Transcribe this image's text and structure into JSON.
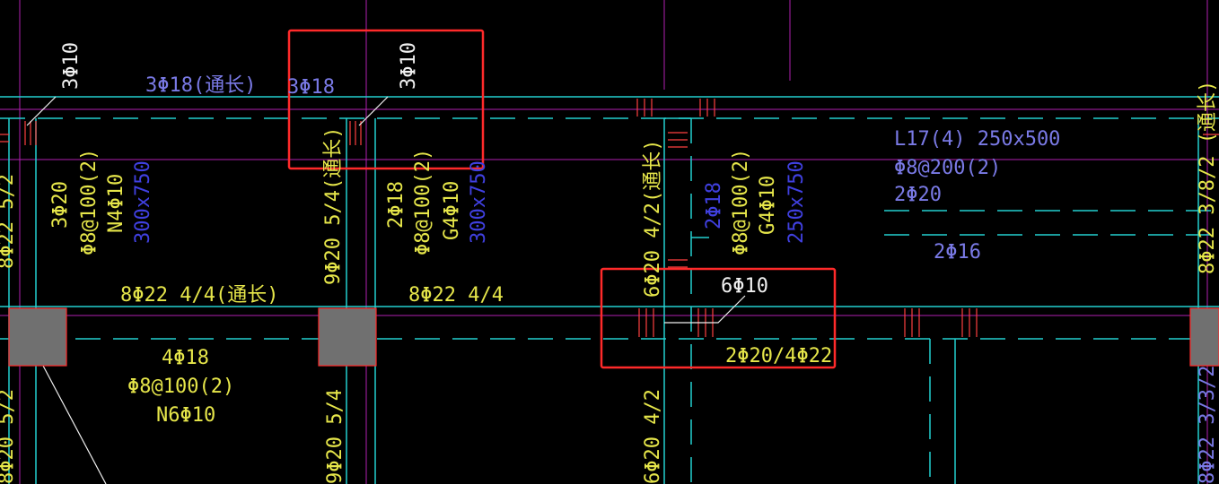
{
  "colors": {
    "background": "#000000",
    "cyan": "#22d0d0",
    "magenta": "#b020b0",
    "red": "#ff2a2a",
    "yellow_text": "#e6e64a",
    "blue_text": "#4040e0",
    "steel_text": "#7a7ae6",
    "white_text": "#f0f0f0",
    "column_fill": "#707070"
  },
  "labels": {
    "top_3phi10_left": "3Φ10",
    "top_through_bar": "3Φ18(通长)",
    "top_3phi18_box": "3Φ18",
    "top_3phi10_box": "3Φ10",
    "left_edge_vert": "8Φ22 5/2",
    "beam_n4_main": "3Φ20",
    "beam_n4_stirrup": "Φ8@100(2)",
    "beam_n4_twist": "N4Φ10",
    "beam_n4_size": "300x750",
    "col_mid_vert": "9Φ20 5/4(通长)",
    "beam_g4a_main": "2Φ18",
    "beam_g4a_stirrup": "Φ8@100(2)",
    "beam_g4a_twist": "G4Φ10",
    "beam_g4a_size": "300x750",
    "col_right_vert": "6Φ20 4/2(通长)",
    "beam_g4b_main": "2Φ18",
    "beam_g4b_stirrup": "Φ8@100(2)",
    "beam_g4b_twist": "G4Φ10",
    "beam_g4b_size": "250x750",
    "l17_title": "L17(4) 250x500",
    "l17_stirrup": "Φ8@200(2)",
    "l17_top": "2Φ20",
    "l17_bottom": "2Φ16",
    "far_right_vert_top": "8Φ22 3/8/2 (通长)",
    "mid_beam_left": "8Φ22 4/4(通长)",
    "mid_beam_center": "8Φ22 4/4",
    "box_6phi10": "6Φ10",
    "box_bottom": "2Φ20/4Φ22",
    "lower_main": "4Φ18",
    "lower_stirrup": "Φ8@100(2)",
    "lower_twist": "N6Φ10",
    "lower_left_vert": "8Φ20 5/2",
    "lower_mid_vert": "9Φ20 5/4",
    "lower_right_vert": "6Φ20 4/2",
    "lower_far_right_vert": "8Φ22 3/3/2"
  }
}
